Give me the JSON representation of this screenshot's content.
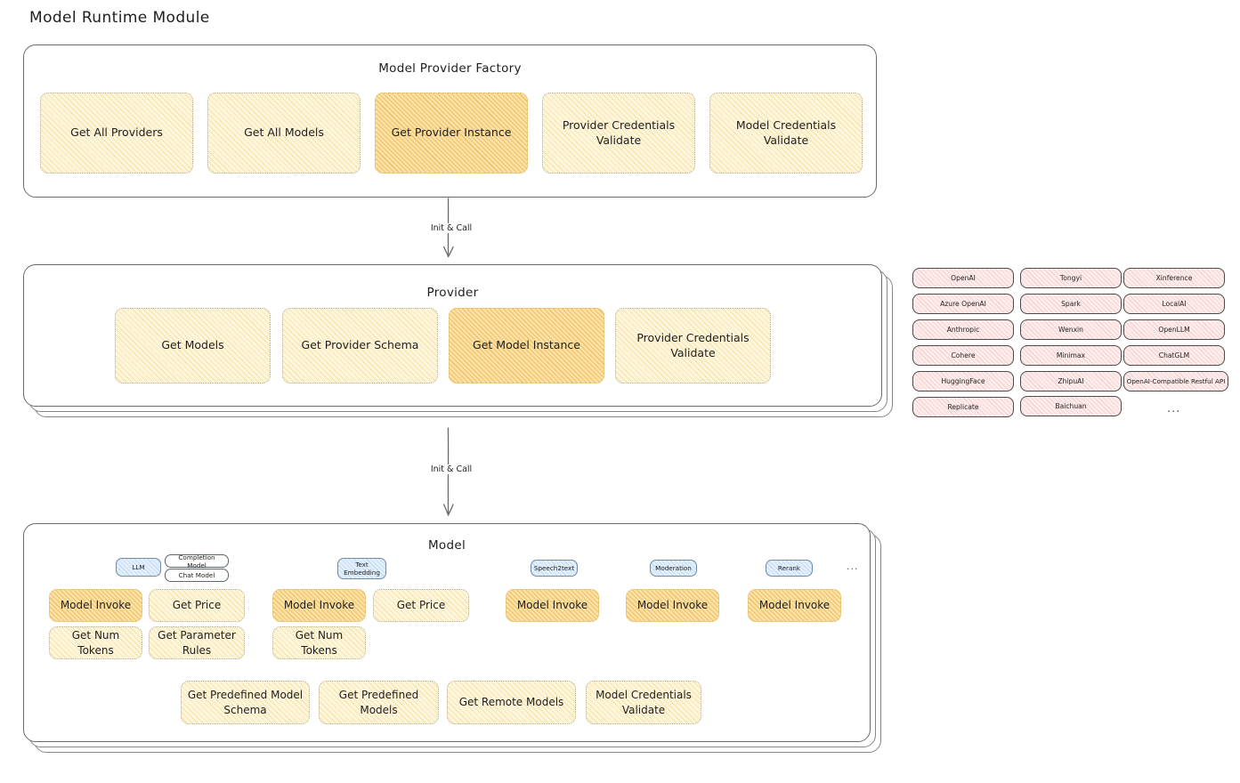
{
  "page": {
    "title": "Model Runtime Module"
  },
  "factory": {
    "title": "Model Provider Factory",
    "methods": [
      {
        "label": "Get All Providers",
        "highlight": false
      },
      {
        "label": "Get All Models",
        "highlight": false
      },
      {
        "label": "Get Provider Instance",
        "highlight": true
      },
      {
        "label": "Provider Credentials Validate",
        "highlight": false
      },
      {
        "label": "Model Credentials Validate",
        "highlight": false
      }
    ]
  },
  "arrows": [
    {
      "label": "Init & Call"
    },
    {
      "label": "Init & Call"
    }
  ],
  "provider": {
    "title": "Provider",
    "methods": [
      {
        "label": "Get Models",
        "highlight": false
      },
      {
        "label": "Get Provider Schema",
        "highlight": false
      },
      {
        "label": "Get Model Instance",
        "highlight": true
      },
      {
        "label": "Provider Credentials Validate",
        "highlight": false
      }
    ]
  },
  "provider_list": {
    "columns": [
      {
        "items": [
          "OpenAI",
          "Azure OpenAI",
          "Anthropic",
          "Cohere",
          "HuggingFace",
          "Replicate"
        ]
      },
      {
        "items": [
          "Tongyi",
          "Spark",
          "Wenxin",
          "Minimax",
          "ZhipuAI",
          "Baichuan"
        ]
      },
      {
        "items": [
          "Xinference",
          "LocalAI",
          "OpenLLM",
          "ChatGLM",
          "OpenAI-Compatible Restful API"
        ]
      }
    ],
    "more": "..."
  },
  "model": {
    "title": "Model",
    "more": "...",
    "types": [
      {
        "tags": [
          {
            "label": "LLM",
            "style": "blue"
          },
          {
            "label": "Completion Model",
            "style": "white"
          },
          {
            "label": "Chat Model",
            "style": "white"
          }
        ],
        "methods": [
          {
            "label": "Model Invoke",
            "highlight": true
          },
          {
            "label": "Get Price",
            "highlight": false
          },
          {
            "label": "Get Num Tokens",
            "highlight": false
          },
          {
            "label": "Get Parameter Rules",
            "highlight": false
          }
        ]
      },
      {
        "tags": [
          {
            "label": "Text Embedding",
            "style": "blue"
          }
        ],
        "methods": [
          {
            "label": "Model Invoke",
            "highlight": true
          },
          {
            "label": "Get Price",
            "highlight": false
          },
          {
            "label": "Get Num Tokens",
            "highlight": false
          }
        ]
      },
      {
        "tags": [
          {
            "label": "Speech2text",
            "style": "blue"
          }
        ],
        "methods": [
          {
            "label": "Model Invoke",
            "highlight": true
          }
        ]
      },
      {
        "tags": [
          {
            "label": "Moderation",
            "style": "blue"
          }
        ],
        "methods": [
          {
            "label": "Model Invoke",
            "highlight": true
          }
        ]
      },
      {
        "tags": [
          {
            "label": "Rerank",
            "style": "blue"
          }
        ],
        "methods": [
          {
            "label": "Model Invoke",
            "highlight": true
          }
        ]
      }
    ],
    "shared_methods": [
      {
        "label": "Get Predefined Model Schema"
      },
      {
        "label": "Get Predefined Models"
      },
      {
        "label": "Get Remote Models"
      },
      {
        "label": "Model Credentials Validate"
      }
    ]
  },
  "colors": {
    "method_fill": "#fdf6dd",
    "method_fill_strong": "#fbe1a8",
    "tag_blue": "#e3f0fb",
    "provider_pink": "#fdecec",
    "stroke": "#1e1e1e"
  }
}
